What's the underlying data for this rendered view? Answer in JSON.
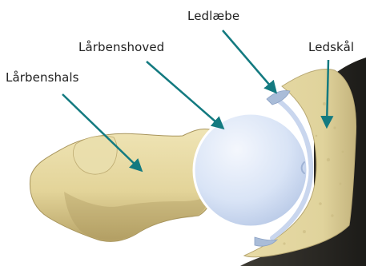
{
  "labels": {
    "ledlaebe": "Ledlæbe",
    "laarbenshoved": "Lårbenshoved",
    "ledskaal": "Ledskål",
    "laarbenshals": "Lårbenshals"
  },
  "colors": {
    "bone": "#e6d9a4",
    "bone_shadow": "#b9a56a",
    "cartilage": "#d6e2f5",
    "arrow": "#137a80"
  }
}
